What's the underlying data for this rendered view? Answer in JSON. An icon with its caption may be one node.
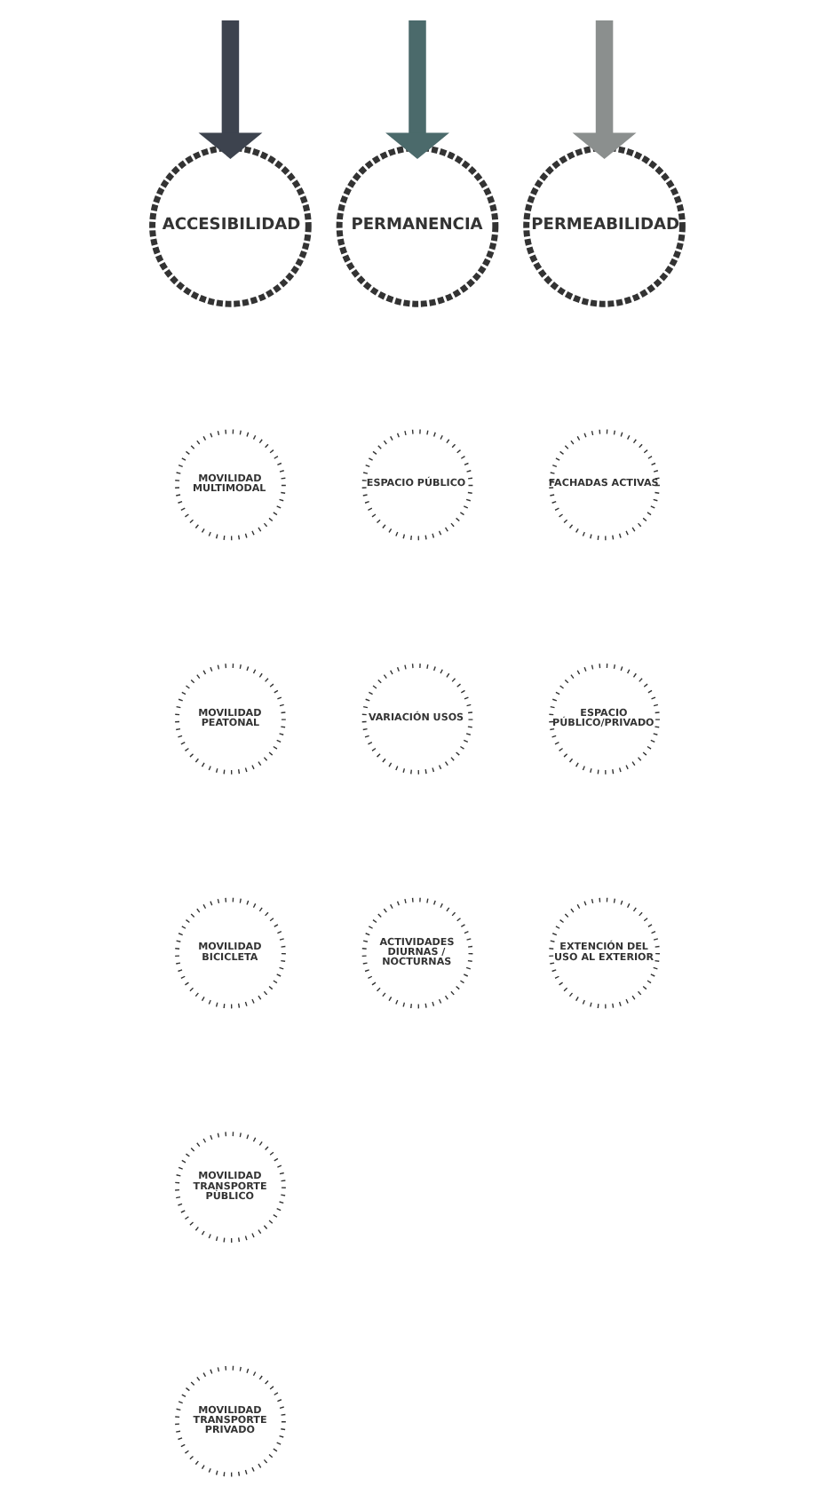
{
  "diagram": {
    "nodes": [
      {
        "text": [
          "ACCESIBILIDAD"
        ]
      },
      {
        "text": [
          "PERMANENCIA"
        ]
      },
      {
        "text": [
          "PERMEABILIDAD"
        ]
      },
      {
        "text": [
          "MOVILIDAD MULTIMODAL"
        ]
      },
      {
        "text": [
          "ESPACIO PÚBLICO"
        ]
      },
      {
        "text": [
          "FACHADAS ACTIVAS"
        ]
      },
      {
        "text": [
          "MOVILIDAD PEATONAL"
        ]
      },
      {
        "text": [
          "VARIACIÓN USOS"
        ]
      },
      {
        "text": [
          "ESPACIO PÚBLICO/PRIVADO"
        ]
      },
      {
        "text": [
          "MOVILIDAD BICICLETA"
        ]
      },
      {
        "text": [
          "ACTIVIDADES DIURNAS / NOCTURNAS"
        ]
      },
      {
        "text": [
          "EXTENCIÓN DEL USO AL EXTERIOR"
        ]
      },
      {
        "text": [
          "MOVILIDAD TRANSPORTE PÙBLICO"
        ]
      },
      {
        "text": [
          "MOVILIDAD TRANSPORTE PRIVADO"
        ]
      }
    ],
    "edges": [
      {
        "from": null,
        "to": 0,
        "arrow": "to",
        "color": "#3d434e"
      },
      {
        "from": null,
        "to": 1,
        "arrow": "to",
        "color": "#4b6a6b"
      },
      {
        "from": null,
        "to": 2,
        "arrow": "to",
        "color": "#8b8f8e"
      }
    ]
  }
}
